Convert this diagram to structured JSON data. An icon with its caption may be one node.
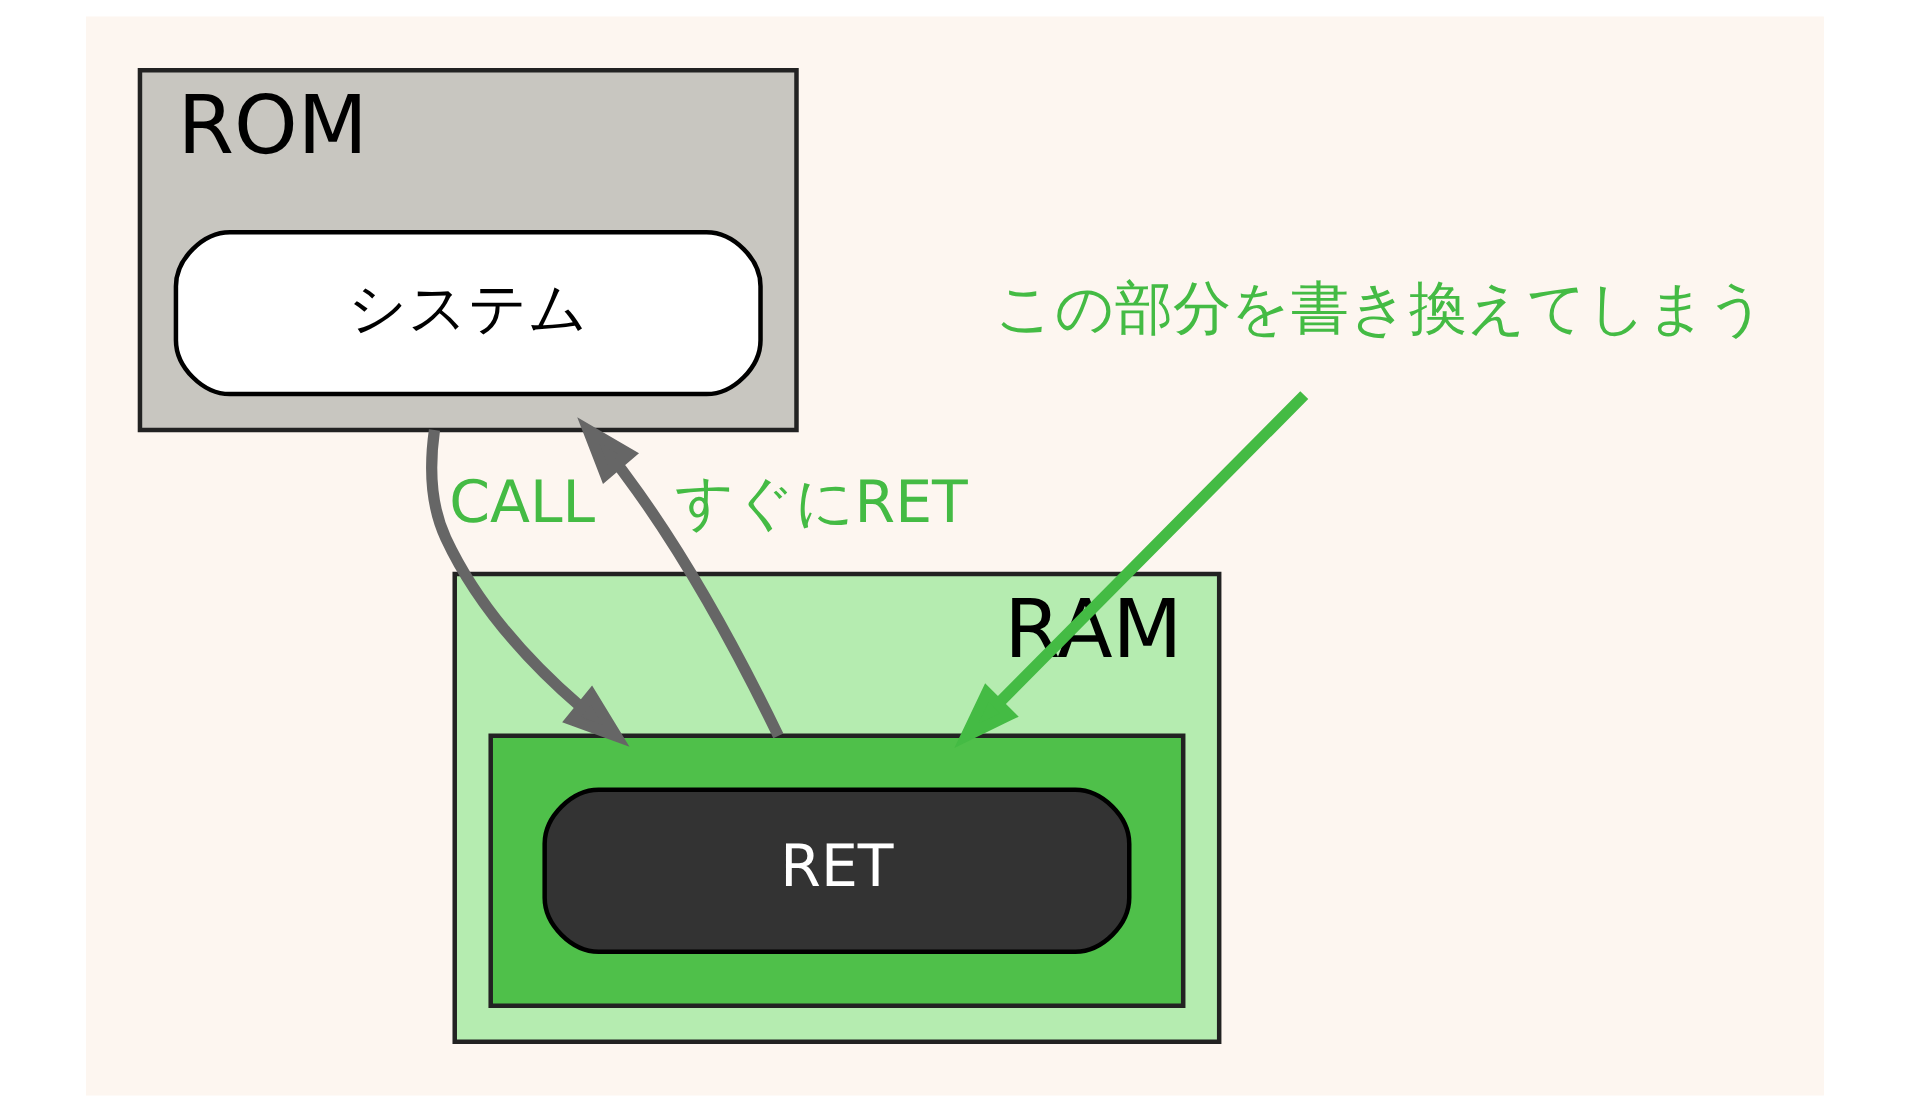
{
  "diagram": {
    "nodes": [
      {
        "text": [],
        "shape": "box",
        "beside": [
          "ROM"
        ]
      },
      {
        "text": [
          "システム"
        ],
        "in": 0
      },
      {
        "text": [],
        "shape": "box",
        "beside": [
          "RAM"
        ]
      },
      {
        "text": [],
        "shape": "bar",
        "in": 2
      },
      {
        "text": [
          "RET"
        ],
        "in": 3
      },
      {
        "text": [
          "この部分を書き換えてしまう"
        ]
      }
    ],
    "edges": [
      {
        "from": 0,
        "to": 3,
        "arrow": "to",
        "label": "CALL"
      },
      {
        "from": 3,
        "to": 0,
        "arrow": "to",
        "label": "すぐにRET"
      },
      {
        "from": 5,
        "to": 3,
        "arrow": "to",
        "color": "#44bb44"
      }
    ]
  }
}
